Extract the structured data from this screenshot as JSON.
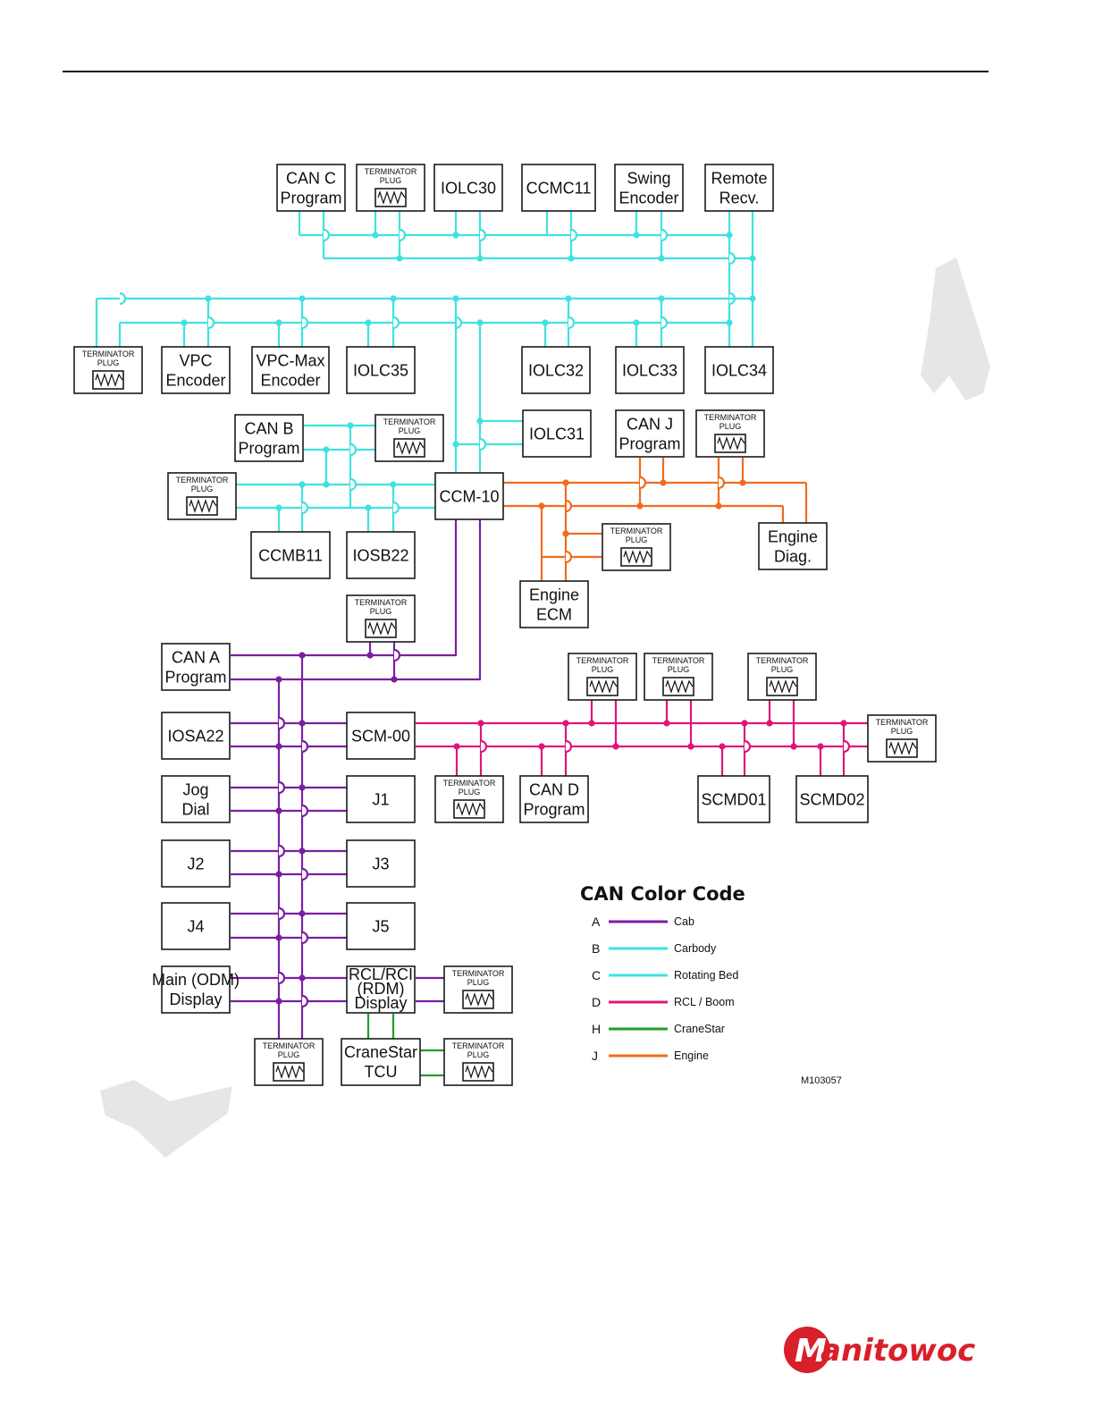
{
  "colors": {
    "A": "#7a1fa2",
    "B": "#3fe2e0",
    "C": "#3fe2e0",
    "D": "#e0147a",
    "H": "#1f9e2a",
    "J": "#f26b1d",
    "brand": "#d9202a",
    "watermark": "#e6e6e6"
  },
  "terminator": {
    "line1": "TERMINATOR",
    "line2": "PLUG",
    "icon": "resistor-icon"
  },
  "modules": {
    "can_c_program": [
      "CAN C",
      "Program"
    ],
    "iolc30": [
      "IOLC30"
    ],
    "ccmc11": [
      "CCMC11"
    ],
    "swing_encoder": [
      "Swing",
      "Encoder"
    ],
    "remote_recv": [
      "Remote",
      "Recv."
    ],
    "vpc_encoder": [
      "VPC",
      "Encoder"
    ],
    "vpc_max_encoder": [
      "VPC-Max",
      "Encoder"
    ],
    "iolc35": [
      "IOLC35"
    ],
    "iolc32": [
      "IOLC32"
    ],
    "iolc33": [
      "IOLC33"
    ],
    "iolc34": [
      "IOLC34"
    ],
    "can_b_program": [
      "CAN B",
      "Program"
    ],
    "iolc31": [
      "IOLC31"
    ],
    "can_j_program": [
      "CAN J",
      "Program"
    ],
    "ccm10": [
      "CCM-10"
    ],
    "ccmb11": [
      "CCMB11"
    ],
    "iosb22": [
      "IOSB22"
    ],
    "engine_diag": [
      "Engine",
      "Diag."
    ],
    "engine_ecm": [
      "Engine",
      "ECM"
    ],
    "can_a_program": [
      "CAN A",
      "Program"
    ],
    "iosa22": [
      "IOSA22"
    ],
    "scm00": [
      "SCM-00"
    ],
    "jog_dial": [
      "Jog",
      "Dial"
    ],
    "j1": [
      "J1"
    ],
    "j2": [
      "J2"
    ],
    "j3": [
      "J3"
    ],
    "j4": [
      "J4"
    ],
    "j5": [
      "J5"
    ],
    "main_display": [
      "Main (ODM)",
      "Display"
    ],
    "rcl_display": [
      "RCL/RCI",
      "(RDM)",
      "Display"
    ],
    "cranestar_tcu": [
      "CraneStar",
      "TCU"
    ],
    "can_d_program": [
      "CAN D",
      "Program"
    ],
    "scmd01": [
      "SCMD01"
    ],
    "scmd02": [
      "SCMD02"
    ]
  },
  "legend": {
    "title": "CAN Color Code",
    "items": [
      {
        "key": "A",
        "label": "Cab"
      },
      {
        "key": "B",
        "label": "Carbody"
      },
      {
        "key": "C",
        "label": "Rotating Bed"
      },
      {
        "key": "D",
        "label": "RCL / Boom"
      },
      {
        "key": "H",
        "label": "CraneStar"
      },
      {
        "key": "J",
        "label": "Engine"
      }
    ]
  },
  "figure_id": "M103057",
  "brand_logo_text": "Manitowoc"
}
